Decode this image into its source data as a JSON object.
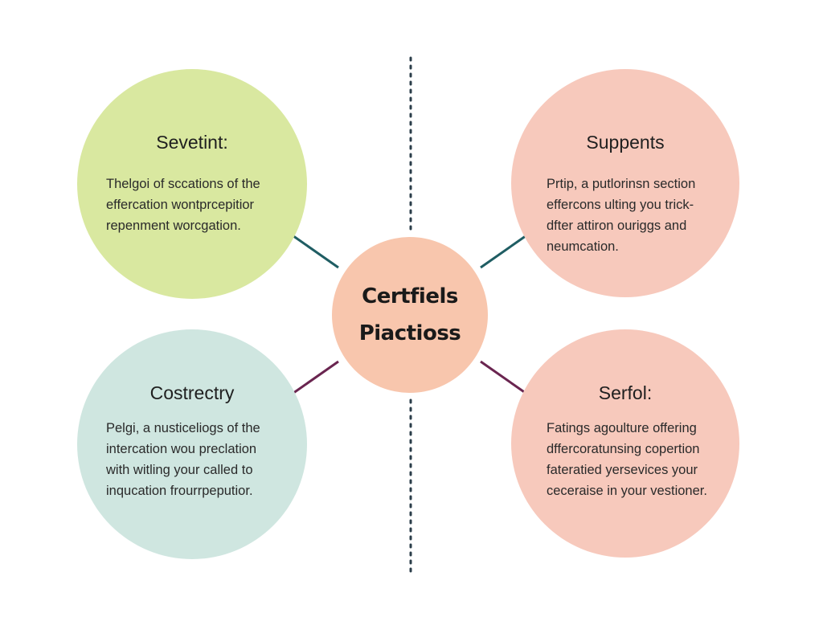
{
  "center": {
    "lines": [
      "Certfiels",
      "Piactioss"
    ],
    "color": "#f8c6ad"
  },
  "quadrants": {
    "top_left": {
      "heading": "Sevetint:",
      "lines": [
        "Thelgoi of sccations of the",
        "effercation wontprcepitior",
        "repenment worcgation."
      ],
      "color": "#d9e8a0"
    },
    "top_right": {
      "heading": "Suppents",
      "lines": [
        "Prtip, a putlorinsn section",
        "effercons ulting you trick-",
        "dfter attiron ouriggs and",
        "neumcation."
      ],
      "color": "#f7c9bc"
    },
    "bottom_left": {
      "heading": "Costrectry",
      "lines": [
        "Pelgi, a nusticeliogs of the",
        "intercation wou preclation",
        "with witling your called to",
        "inqucation frourrpeputior."
      ],
      "color": "#cfe6e0"
    },
    "bottom_right": {
      "heading": "Serfol:",
      "lines": [
        "Fatings agoulture offering",
        "dffercoratunsing copertion",
        "fateratied yersevices your",
        "ceceraise in your vestioner."
      ],
      "color": "#f7c9bc"
    }
  },
  "connector_colors": {
    "teal": "#1f5d63",
    "plum": "#6a2550",
    "divider": "#2b3e4a"
  }
}
